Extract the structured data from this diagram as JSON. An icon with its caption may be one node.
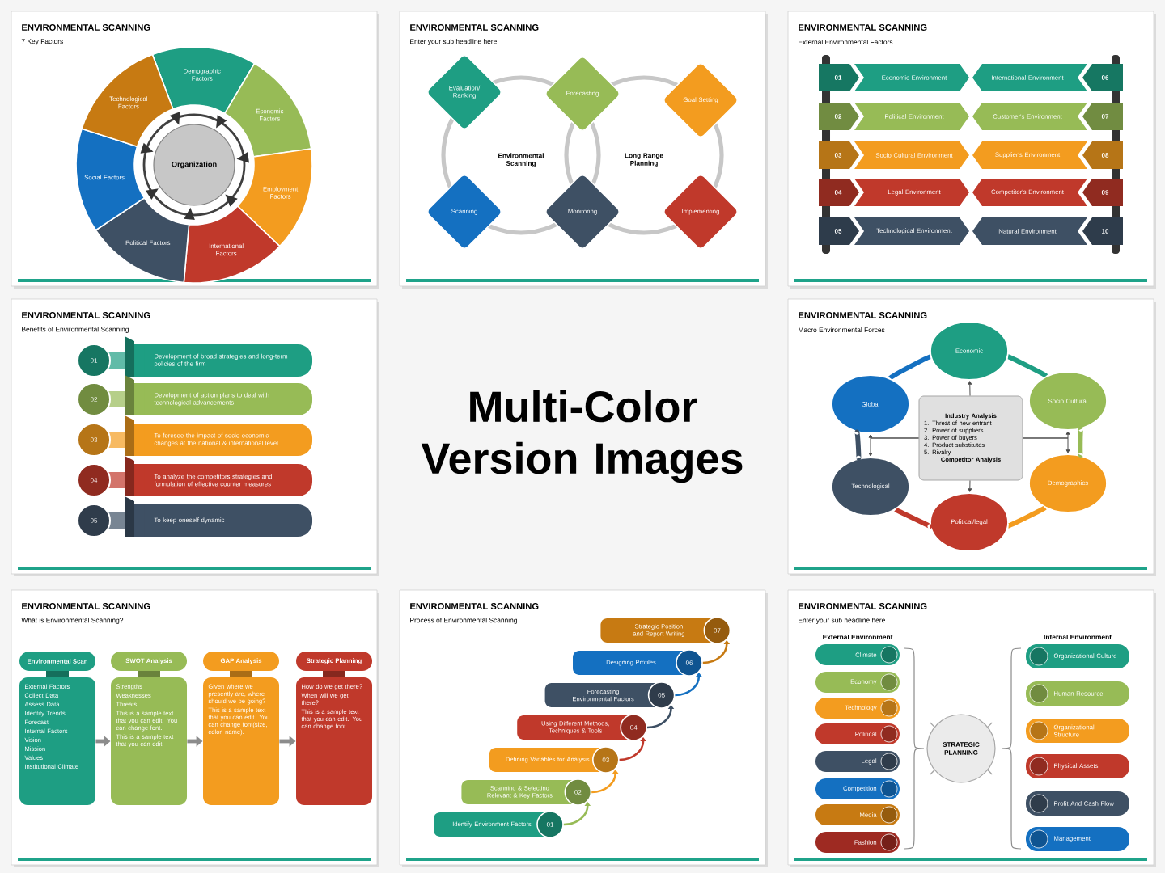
{
  "diagram": {
    "title": "Multi-Color Version Images",
    "nodes": [
      {
        "text": [
          "ENVIRONMENTAL SCANNING",
          "7 Key Factors"
        ]
      },
      {
        "text": [
          "Demographic Factors"
        ],
        "in": 0
      },
      {
        "text": [
          "Economic Factors"
        ],
        "in": 0
      },
      {
        "text": [
          "Employment Factors"
        ],
        "in": 0
      },
      {
        "text": [
          "International Factors"
        ],
        "in": 0
      },
      {
        "text": [
          "Political Factors"
        ],
        "in": 0
      },
      {
        "text": [
          "Social Factors"
        ],
        "in": 0
      },
      {
        "text": [
          "Technological Factors"
        ],
        "in": 0
      },
      {
        "text": [
          "Organization"
        ],
        "in": 0
      },
      {
        "text": [
          "ENVIRONMENTAL SCANNING",
          "Enter your sub headline here"
        ]
      },
      {
        "text": [
          "Evaluation/ Ranking"
        ],
        "in": 9
      },
      {
        "text": [
          "Forecasting"
        ],
        "in": 9
      },
      {
        "text": [
          "Goal Setting"
        ],
        "in": 9
      },
      {
        "text": [
          "Environmental Scanning"
        ],
        "in": 9
      },
      {
        "text": [
          "Long Range Planning"
        ],
        "in": 9
      },
      {
        "text": [
          "Scanning"
        ],
        "in": 9
      },
      {
        "text": [
          "Monitoring"
        ],
        "in": 9
      },
      {
        "text": [
          "Implementing"
        ],
        "in": 9
      },
      {
        "text": [
          "ENVIRONMENTAL SCANNING",
          "External Environmental Factors"
        ]
      },
      {
        "text": [
          "01"
        ],
        "in": 18
      },
      {
        "text": [
          "Economic Environment"
        ],
        "in": 18
      },
      {
        "text": [
          "International Environment"
        ],
        "in": 18
      },
      {
        "text": [
          "06"
        ],
        "in": 18
      },
      {
        "text": [
          "02"
        ],
        "in": 18
      },
      {
        "text": [
          "Political Environment"
        ],
        "in": 18
      },
      {
        "text": [
          "Customer's Environment"
        ],
        "in": 18
      },
      {
        "text": [
          "07"
        ],
        "in": 18
      },
      {
        "text": [
          "03"
        ],
        "in": 18
      },
      {
        "text": [
          "Socio Cultural Environment"
        ],
        "in": 18
      },
      {
        "text": [
          "Supplier's Environment"
        ],
        "in": 18
      },
      {
        "text": [
          "08"
        ],
        "in": 18
      },
      {
        "text": [
          "04"
        ],
        "in": 18
      },
      {
        "text": [
          "Legal Environment"
        ],
        "in": 18
      },
      {
        "text": [
          "Competitor's Environment"
        ],
        "in": 18
      },
      {
        "text": [
          "09"
        ],
        "in": 18
      },
      {
        "text": [
          "05"
        ],
        "in": 18
      },
      {
        "text": [
          "Technological Environment"
        ],
        "in": 18
      },
      {
        "text": [
          "Natural Environment"
        ],
        "in": 18
      },
      {
        "text": [
          "10"
        ],
        "in": 18
      },
      {
        "text": [
          "ENVIRONMENTAL SCANNING",
          "Benefits of Environmental Scanning"
        ]
      },
      {
        "text": [
          "01"
        ],
        "in": 39
      },
      {
        "text": [
          "Development of broad strategies and long-term policies of the firm"
        ],
        "in": 39
      },
      {
        "text": [
          "02"
        ],
        "in": 39
      },
      {
        "text": [
          "Development of action plans to deal with technological advancements"
        ],
        "in": 39
      },
      {
        "text": [
          "03"
        ],
        "in": 39
      },
      {
        "text": [
          "To foresee the impact of socio-economic changes at the national & international level"
        ],
        "in": 39
      },
      {
        "text": [
          "04"
        ],
        "in": 39
      },
      {
        "text": [
          "To analyze the competitors strategies and formulation of effective counter measures"
        ],
        "in": 39
      },
      {
        "text": [
          "05"
        ],
        "in": 39
      },
      {
        "text": [
          "To keep oneself dynamic"
        ],
        "in": 39
      },
      {
        "text": [
          "ENVIRONMENTAL SCANNING",
          "Macro Environmental Forces"
        ]
      },
      {
        "text": [
          "Economic"
        ],
        "in": 50
      },
      {
        "text": [
          "Global"
        ],
        "in": 50
      },
      {
        "text": [
          "Socio Cultural"
        ],
        "in": 50
      },
      {
        "text": [
          "Industry Analysis",
          "1. Threat of new entrant",
          "2. Power of suppliers",
          "3. Power of buyers",
          "4. Product substitutes",
          "5. Rivalry",
          "Competitor Analysis"
        ],
        "in": 50
      },
      {
        "text": [
          "Technological"
        ],
        "in": 50
      },
      {
        "text": [
          "Demographics"
        ],
        "in": 50
      },
      {
        "text": [
          "Political/legal"
        ],
        "in": 50
      },
      {
        "text": [
          "ENVIRONMENTAL SCANNING",
          "What is Environmental Scanning?"
        ]
      },
      {
        "text": [
          "Environmental Scan"
        ],
        "in": 58
      },
      {
        "text": [
          "SWOT Analysis"
        ],
        "in": 58
      },
      {
        "text": [
          "GAP Analysis"
        ],
        "in": 58
      },
      {
        "text": [
          "Strategic Planning"
        ],
        "in": 58
      },
      {
        "text": [
          "External Factors",
          "Collect Data",
          "Assess Data",
          "Identify Trends",
          "Forecast",
          "Internal Factors",
          "Vision",
          "Mission",
          "Values",
          "Institutional Climate"
        ],
        "in": 58
      },
      {
        "text": [
          "Strengths",
          "Weaknesses",
          "Threats",
          "This is a sample text that you can edit. You can change font.",
          "This is a sample text that you can edit."
        ],
        "in": 58
      },
      {
        "text": [
          "Given where we presently are, where should we be going?",
          "This is a sample text that you can edit. You can change font(size, color, name)."
        ],
        "in": 58
      },
      {
        "text": [
          "How do we get there?",
          "When will we get there?",
          "This is a sample text that you can edit. You can change font."
        ],
        "in": 58
      },
      {
        "text": [
          "ENVIRONMENTAL SCANNING",
          "Process of Environmental Scanning"
        ]
      },
      {
        "text": [
          "Strategic Position and Report Writing"
        ],
        "in": 67
      },
      {
        "text": [
          "07"
        ],
        "in": 67
      },
      {
        "text": [
          "Designing Profiles"
        ],
        "in": 67
      },
      {
        "text": [
          "06"
        ],
        "in": 67
      },
      {
        "text": [
          "Forecasting Environmental Factors"
        ],
        "in": 67
      },
      {
        "text": [
          "05"
        ],
        "in": 67
      },
      {
        "text": [
          "Using Different Methods, Techniques & Tools"
        ],
        "in": 67
      },
      {
        "text": [
          "04"
        ],
        "in": 67
      },
      {
        "text": [
          "Defining Variables for Analysis"
        ],
        "in": 67
      },
      {
        "text": [
          "03"
        ],
        "in": 67
      },
      {
        "text": [
          "Scanning & Selecting Relevant & Key Factors"
        ],
        "in": 67
      },
      {
        "text": [
          "02"
        ],
        "in": 67
      },
      {
        "text": [
          "Identify Environment Factors"
        ],
        "in": 67
      },
      {
        "text": [
          "01"
        ],
        "in": 67
      },
      {
        "text": [
          "ENVIRONMENTAL SCANNING",
          "Enter your sub headline here"
        ]
      },
      {
        "text": [
          "Climate"
        ],
        "in": 82
      },
      {
        "text": [
          "Economy"
        ],
        "in": 82
      },
      {
        "text": [
          "Technology"
        ],
        "in": 82
      },
      {
        "text": [
          "Political"
        ],
        "in": 82
      },
      {
        "text": [
          "Legal"
        ],
        "in": 82
      },
      {
        "text": [
          "Competition"
        ],
        "in": 82
      },
      {
        "text": [
          "Media"
        ],
        "in": 82
      },
      {
        "text": [
          "Fashion"
        ],
        "in": 82
      },
      {
        "text": [
          "STRATEGIC PLANNING"
        ],
        "in": 82
      },
      {
        "text": [
          "Organizational Culture"
        ],
        "in": 82
      },
      {
        "text": [
          "Human Resource"
        ],
        "in": 82
      },
      {
        "text": [
          "Organizational Structure"
        ],
        "in": 82
      },
      {
        "text": [
          "Physical Assets"
        ],
        "in": 82
      },
      {
        "text": [
          "Profit And Cash Flow"
        ],
        "in": 82
      },
      {
        "text": [
          "Management"
        ],
        "in": 82
      }
    ],
    "edges": [
      {
        "from": 54,
        "to": 51,
        "arrow": "to"
      },
      {
        "from": 54,
        "to": 52,
        "arrow": "to"
      },
      {
        "from": 54,
        "to": 53,
        "arrow": "to"
      },
      {
        "from": 54,
        "to": 55,
        "arrow": "to"
      },
      {
        "from": 54,
        "to": 56,
        "arrow": "to"
      },
      {
        "from": 54,
        "to": 57,
        "arrow": "to"
      },
      {
        "from": 63,
        "to": 64,
        "arrow": "to"
      },
      {
        "from": 64,
        "to": 65,
        "arrow": "to"
      },
      {
        "from": 65,
        "to": 66,
        "arrow": "to"
      },
      {
        "from": 81,
        "to": 79,
        "arrow": "to",
        "color": "#97bb56"
      },
      {
        "from": 79,
        "to": 77,
        "arrow": "to",
        "color": "#f39c1f"
      },
      {
        "from": 77,
        "to": 75,
        "arrow": "to",
        "color": "#c0392b"
      },
      {
        "from": 75,
        "to": 73,
        "arrow": "to",
        "color": "#3e5064"
      },
      {
        "from": 73,
        "to": 71,
        "arrow": "to",
        "color": "#1470c1"
      },
      {
        "from": 71,
        "to": 69,
        "arrow": "to",
        "color": "#c77a12"
      },
      {
        "from": 51,
        "to": 53,
        "arrow": "none",
        "style": "thick",
        "color": "#1e9e83"
      },
      {
        "from": 53,
        "to": 56,
        "arrow": "none",
        "style": "thick",
        "color": "#97bb56"
      },
      {
        "from": 56,
        "to": 57,
        "arrow": "none",
        "style": "thick",
        "color": "#f39c1f"
      },
      {
        "from": 57,
        "to": 55,
        "arrow": "none",
        "style": "thick",
        "color": "#c0392b"
      },
      {
        "from": 55,
        "to": 52,
        "arrow": "none",
        "style": "thick",
        "color": "#3e5064"
      },
      {
        "from": 52,
        "to": 51,
        "arrow": "none",
        "style": "thick",
        "color": "#1470c1"
      }
    ],
    "labels": [
      "External Environment",
      "Internal Environment"
    ]
  }
}
